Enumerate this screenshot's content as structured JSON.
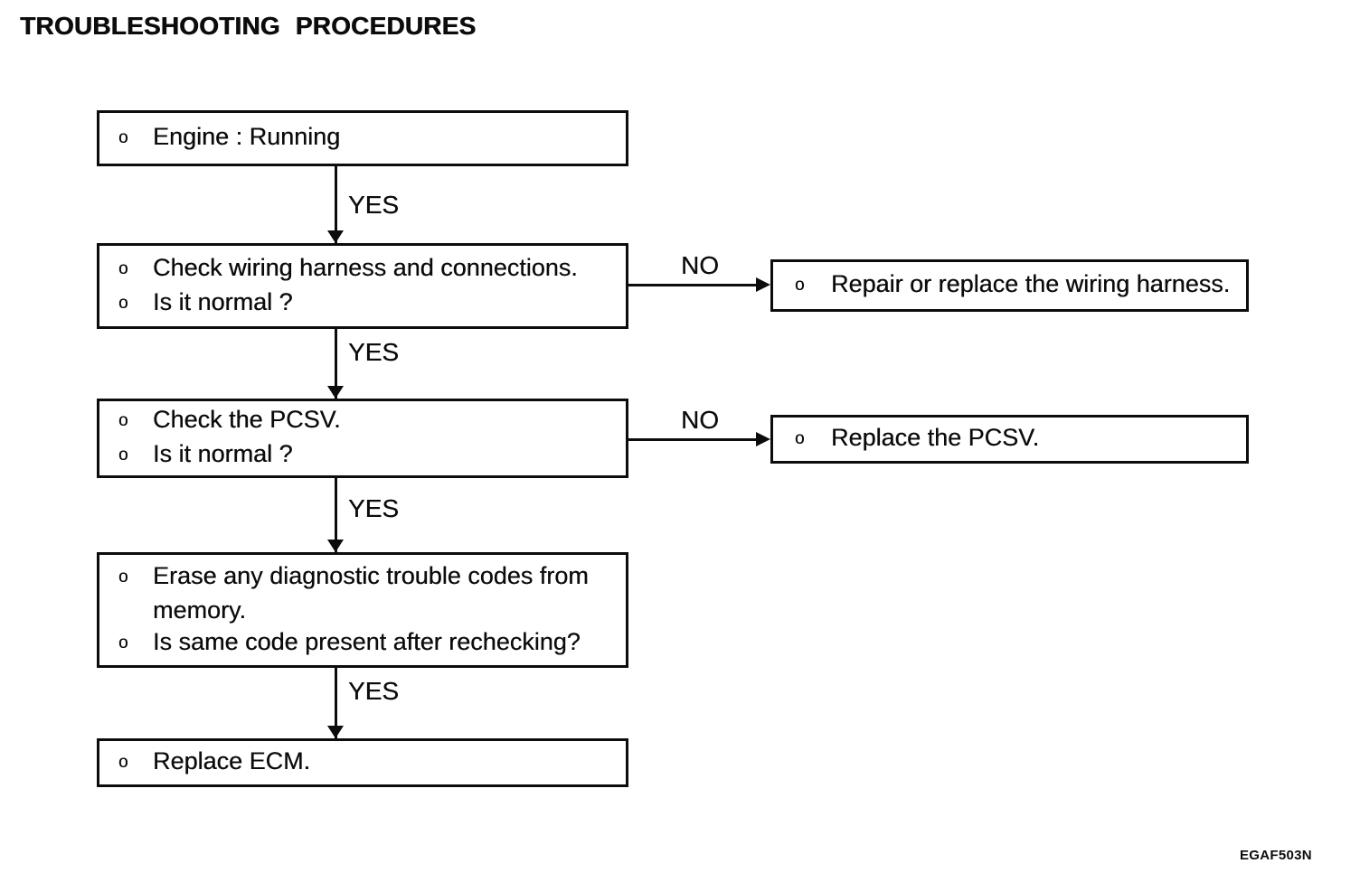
{
  "page": {
    "title": "TROUBLESHOOTING PROCEDURES",
    "figure_code": "EGAF503N"
  },
  "colors": {
    "ink": "#0c0c0c",
    "paper": "#ffffff"
  },
  "flowchart": {
    "connectors": {
      "yes1": "YES",
      "yes2": "YES",
      "yes3": "YES",
      "yes4": "YES",
      "no1": "NO",
      "no2": "NO"
    },
    "nodes": {
      "engine_running": {
        "items": [
          {
            "bullet": "o",
            "text": "Engine : Running"
          }
        ]
      },
      "check_wiring": {
        "items": [
          {
            "bullet": "o",
            "text": "Check wiring harness and connections."
          },
          {
            "bullet": "o",
            "text": "Is it normal ?"
          }
        ]
      },
      "repair_wiring": {
        "items": [
          {
            "bullet": "o",
            "text": "Repair or replace the wiring harness."
          }
        ]
      },
      "check_pcsv": {
        "items": [
          {
            "bullet": "o",
            "text": "Check the PCSV."
          },
          {
            "bullet": "o",
            "text": "Is it normal ?"
          }
        ]
      },
      "replace_pcsv": {
        "items": [
          {
            "bullet": "o",
            "text": "Replace the PCSV."
          }
        ]
      },
      "erase_codes": {
        "items": [
          {
            "bullet": "o",
            "text": "Erase any diagnostic trouble codes from"
          },
          {
            "bullet": "",
            "text": "memory."
          },
          {
            "bullet": "o",
            "text": "Is same code present after rechecking?"
          }
        ]
      },
      "replace_ecm": {
        "items": [
          {
            "bullet": "o",
            "text": "Replace ECM."
          }
        ]
      }
    }
  }
}
